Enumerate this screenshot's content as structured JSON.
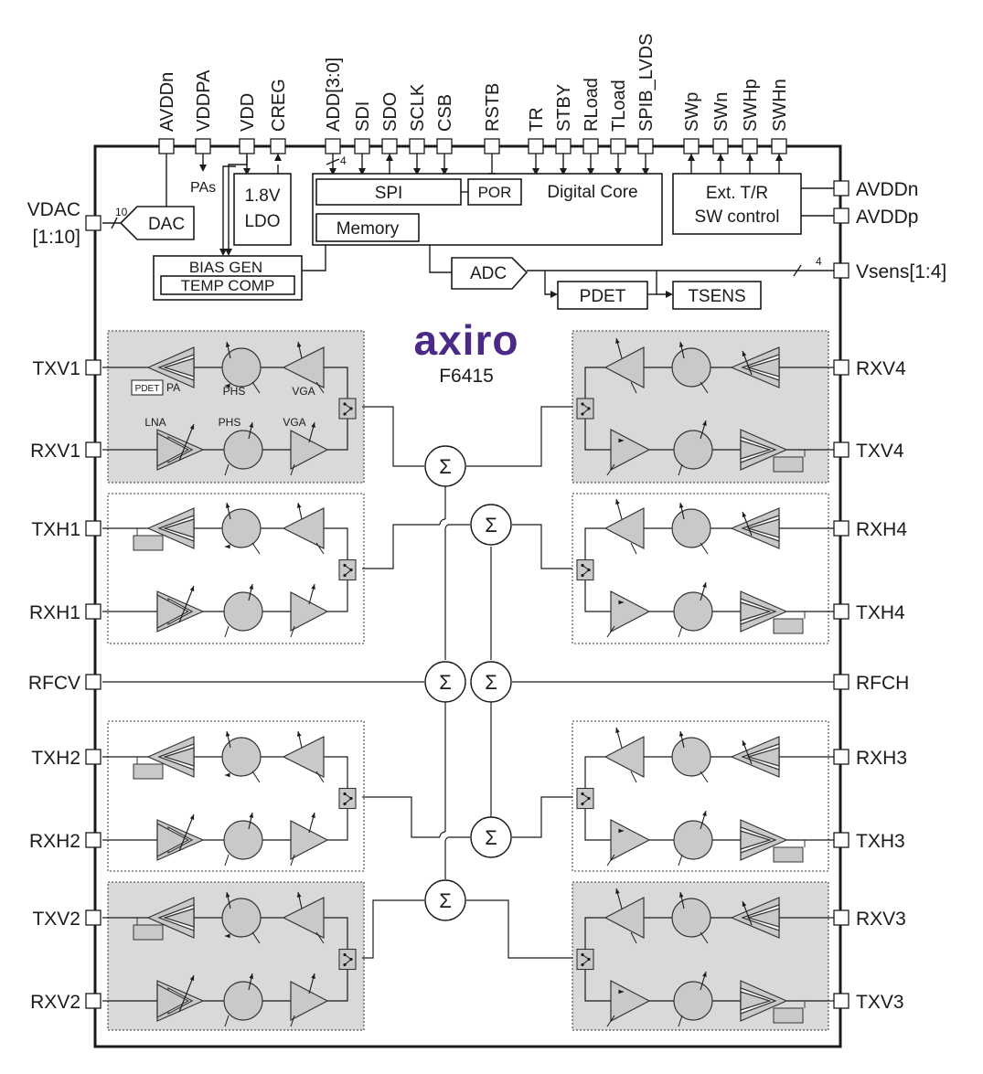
{
  "top_pins": [
    "AVDDn",
    "VDDPA",
    "VDD",
    "CREG",
    "ADD[3:0]",
    "SDI",
    "SDO",
    "SCLK",
    "CSB",
    "RSTB",
    "TR",
    "STBY",
    "RLoad",
    "TLoad",
    "SPIB_LVDS",
    "SWp",
    "SWn",
    "SWHp",
    "SWHn"
  ],
  "right_pins": {
    "avddn": "AVDDn",
    "avddp": "AVDDp",
    "vsens": "Vsens[1:4]",
    "rxv4": "RXV4",
    "txv4": "TXV4",
    "rxh4": "RXH4",
    "txh4": "TXH4",
    "rfch": "RFCH",
    "rxh3": "RXH3",
    "txh3": "TXH3",
    "rxv3": "RXV3",
    "txv3": "TXV3"
  },
  "left_pins": {
    "vdac1": "VDAC",
    "vdac2": "[1:10]",
    "txv1": "TXV1",
    "rxv1": "RXV1",
    "txh1": "TXH1",
    "rxh1": "RXH1",
    "rfcv": "RFCV",
    "txh2": "TXH2",
    "rxh2": "RXH2",
    "txv2": "TXV2",
    "rxv2": "RXV2"
  },
  "blocks": {
    "pas": "PAs",
    "ldo1": "1.8V",
    "ldo2": "LDO",
    "spi": "SPI",
    "por": "POR",
    "digital_core": "Digital Core",
    "memory": "Memory",
    "dac": "DAC",
    "bias_gen": "BIAS GEN",
    "temp_comp": "TEMP COMP",
    "adc": "ADC",
    "pdet": "PDET",
    "tsens": "TSENS",
    "extsw1": "Ext. T/R",
    "extsw2": "SW control"
  },
  "bus": {
    "add": "4",
    "vdac": "10",
    "vsens": "4"
  },
  "chain_labels": {
    "pdet": "PDET",
    "pa": "PA",
    "phs": "PHS",
    "vga": "VGA",
    "lna": "LNA"
  },
  "combiner_symbol": "Σ",
  "logo": {
    "brand": "axiro",
    "part": "F6415"
  }
}
